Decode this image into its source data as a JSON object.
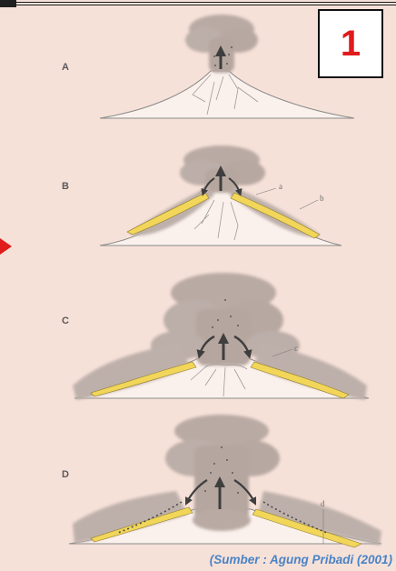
{
  "badge": {
    "number": "1"
  },
  "stages": [
    {
      "letter": "A"
    },
    {
      "letter": "B",
      "labels": [
        "a",
        "b"
      ]
    },
    {
      "letter": "C",
      "labels": [
        "c"
      ]
    },
    {
      "letter": "D",
      "labels": [
        "d"
      ]
    }
  ],
  "source": "(Sumber : Agung Pribadi (2001)",
  "colors": {
    "accent": "#e01b1b",
    "source_text": "#4a83c6",
    "paper": "#f6e1d8",
    "pyroclastic_flow": "#f2d65a",
    "ash_cloud": "#b9aaa4"
  }
}
